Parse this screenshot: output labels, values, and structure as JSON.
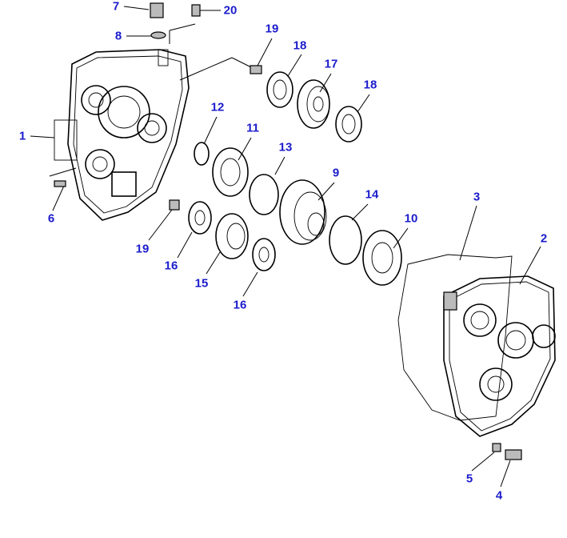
{
  "callouts": {
    "c1": "1",
    "c2": "2",
    "c3": "3",
    "c4": "4",
    "c5": "5",
    "c6": "6",
    "c7": "7",
    "c8": "8",
    "c9": "9",
    "c10": "10",
    "c11": "11",
    "c12": "12",
    "c13": "13",
    "c14": "14",
    "c15": "15",
    "c16a": "16",
    "c16b": "16",
    "c17": "17",
    "c18a": "18",
    "c18b": "18",
    "c19a": "19",
    "c19b": "19",
    "c20": "20"
  },
  "colors": {
    "label": "#1c1ccc",
    "line": "#000000"
  }
}
